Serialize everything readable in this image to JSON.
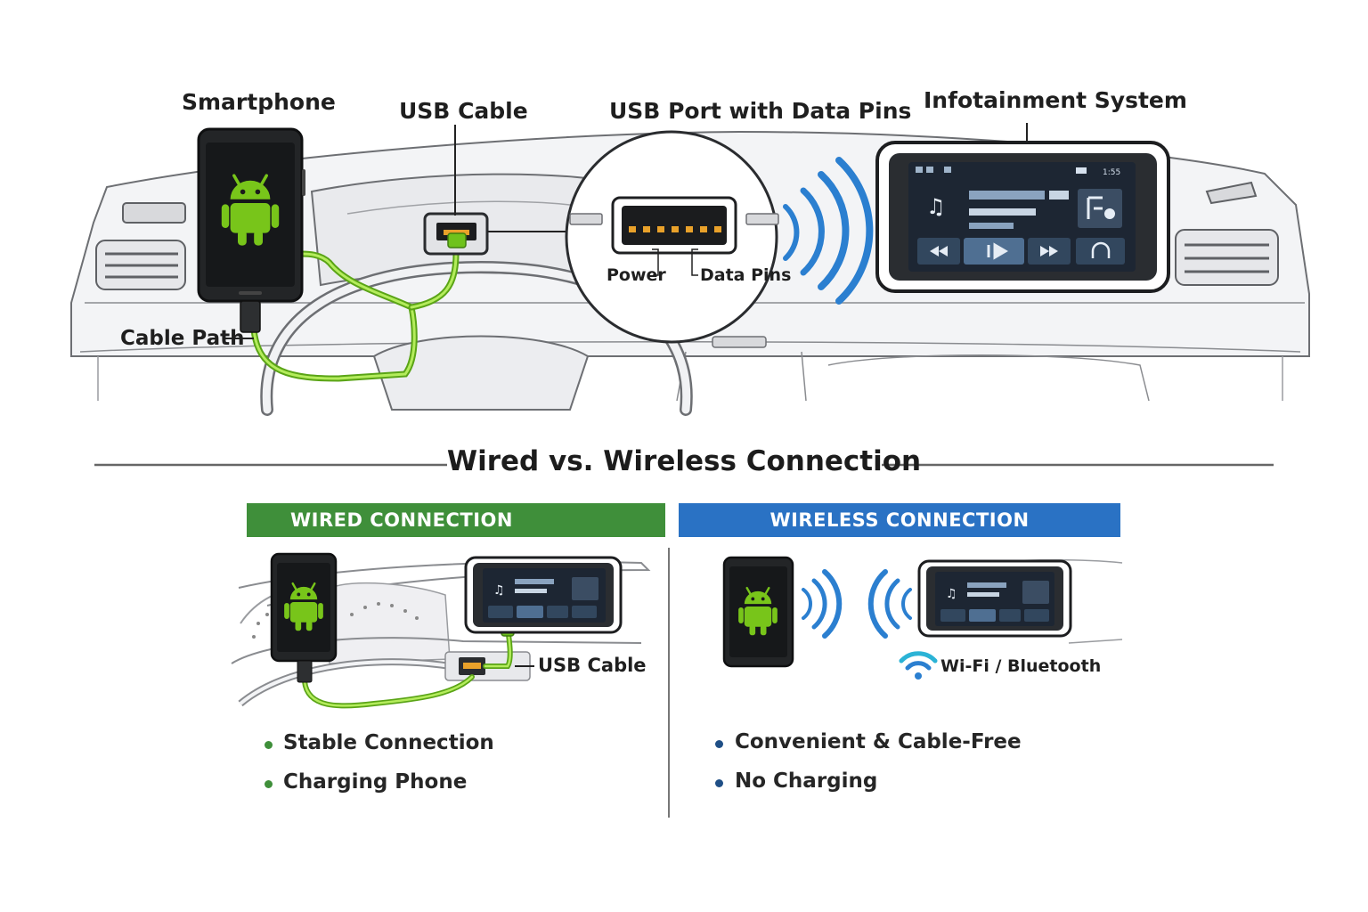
{
  "labels": {
    "smartphone": "Smartphone",
    "usb_cable": "USB Cable",
    "usb_port": "USB Port with Data Pins",
    "infotainment": "Infotainment System",
    "cable_path": "Cable Path",
    "power": "Power",
    "data_pins": "Data Pins"
  },
  "screen": {
    "time": "1:55"
  },
  "section_title": "Wired vs. Wireless Connection",
  "wired": {
    "banner": "WIRED CONNECTION",
    "usb_cable": "USB Cable",
    "features": [
      "Stable Connection",
      "Charging Phone"
    ]
  },
  "wireless": {
    "banner": "WIRELESS CONNECTION",
    "link": "Wi-Fi / Bluetooth",
    "features": [
      "Convenient & Cable-Free",
      "No Charging"
    ]
  },
  "colors": {
    "android_green": "#78c51a",
    "cable_green": "#6fc21c",
    "wired_banner": "#3f8f3a",
    "wireless_banner": "#2a72c4",
    "signal_blue": "#2b7fd0",
    "screen_dark": "#1d2633",
    "pin_orange": "#e9a12a"
  },
  "icons": [
    "android-icon",
    "music-note-icon",
    "rewind-icon",
    "play-pause-icon",
    "fast-forward-icon",
    "headphones-icon",
    "wifi-icon"
  ]
}
